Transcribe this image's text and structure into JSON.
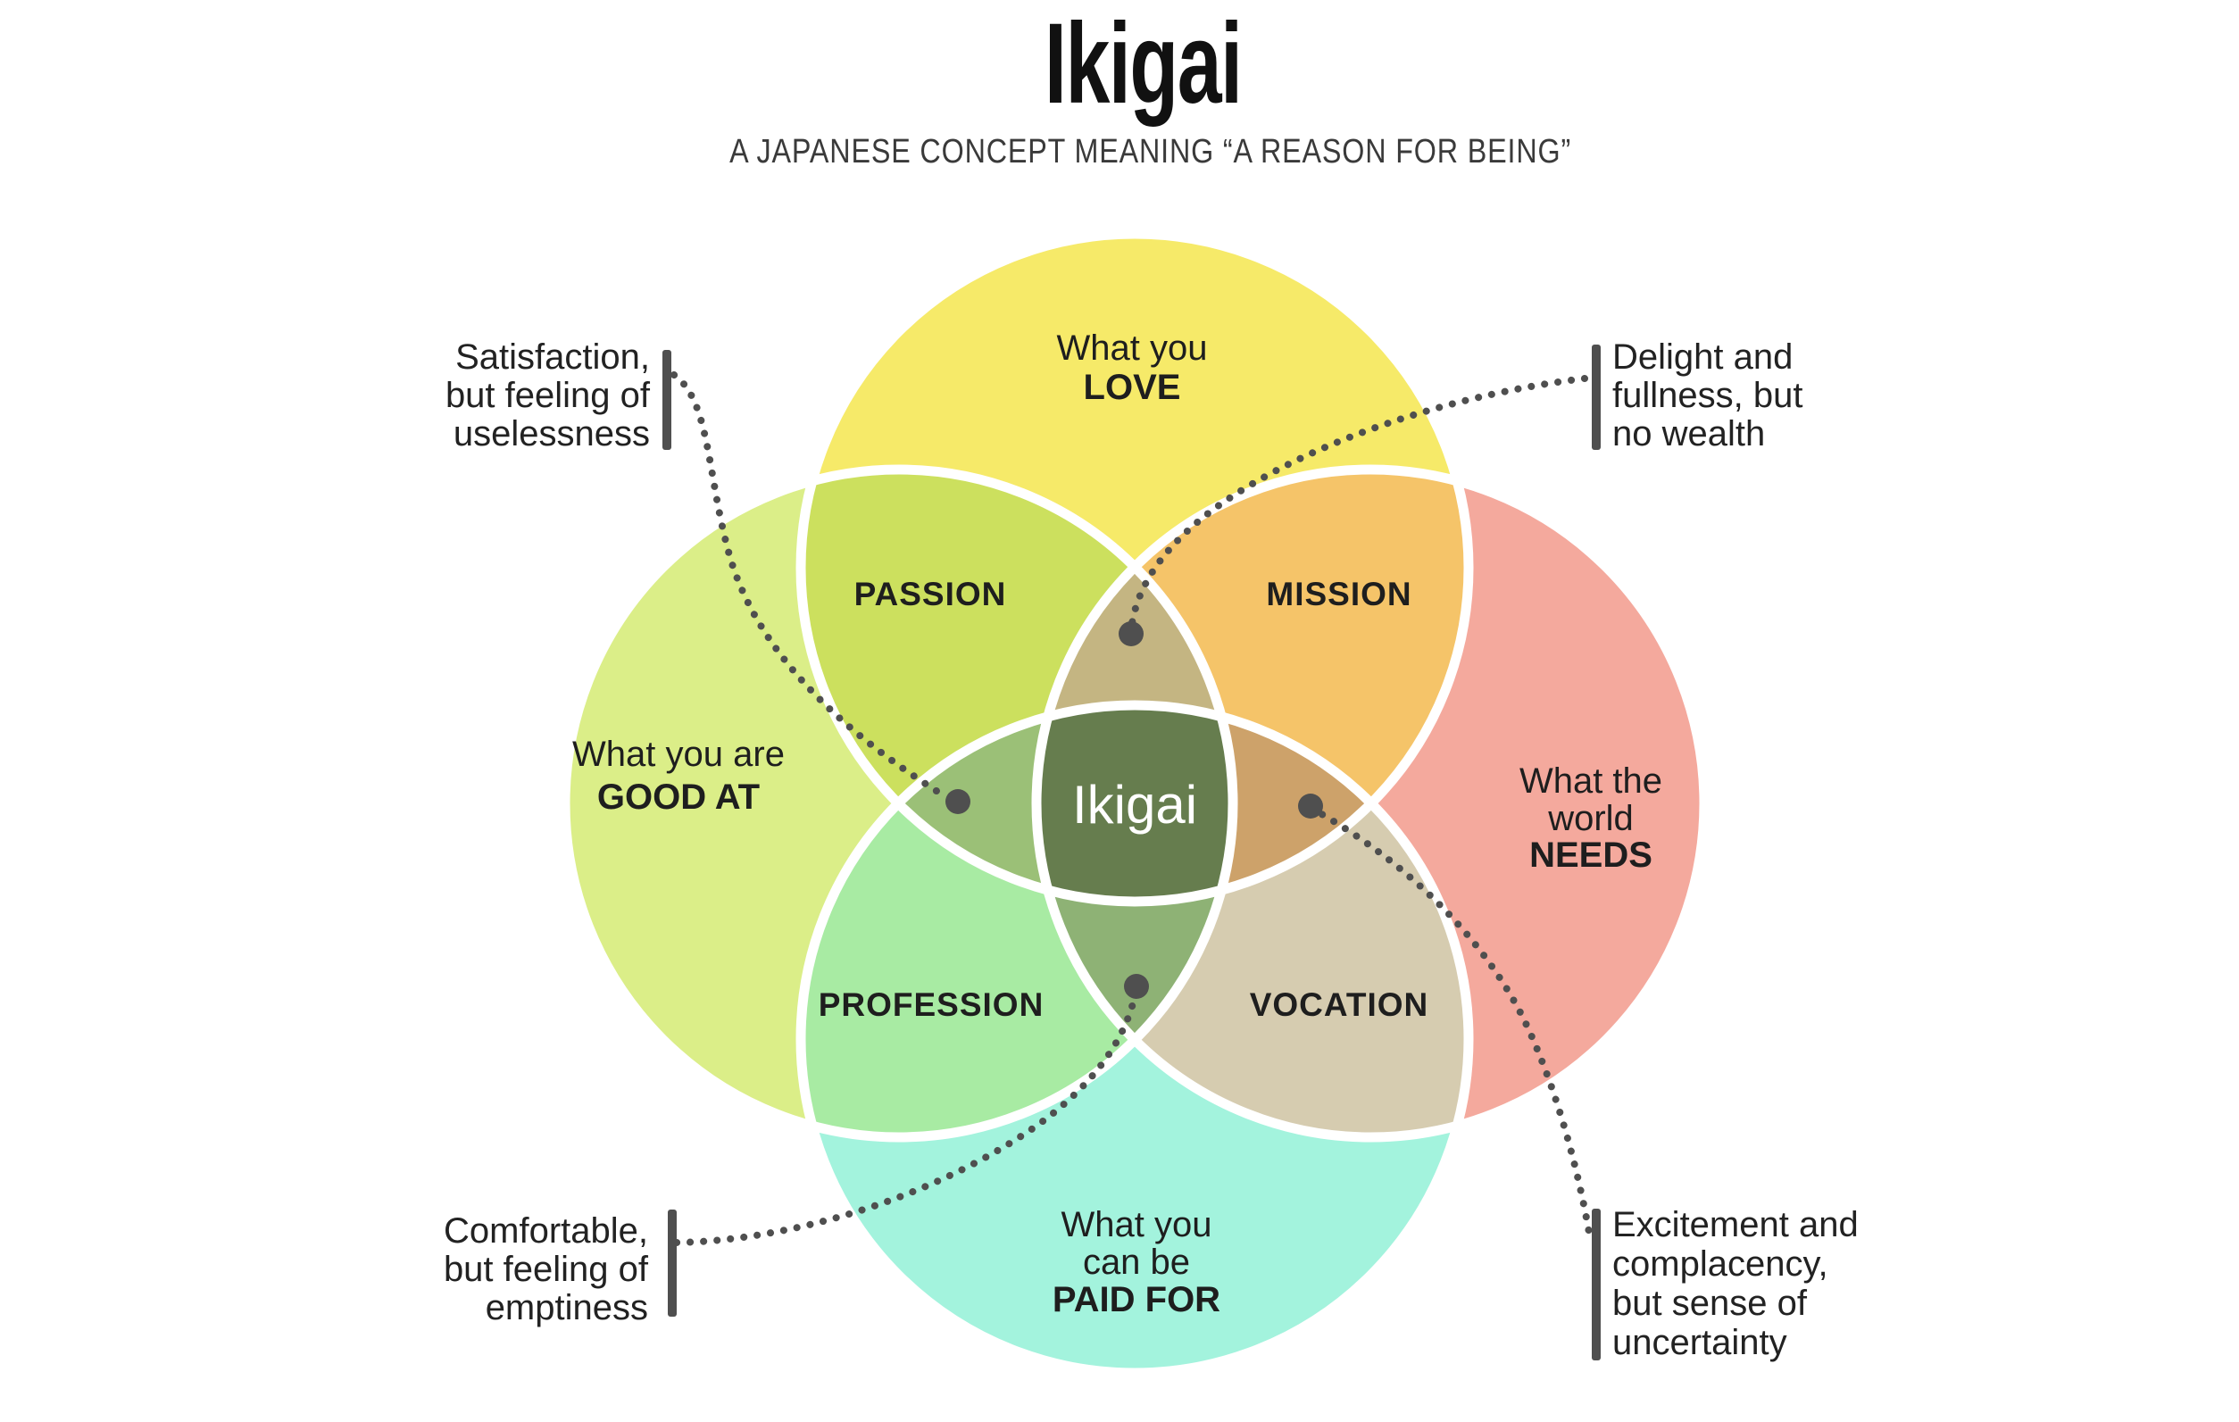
{
  "header": {
    "title": "Ikigai",
    "subtitle": "A JAPANESE CONCEPT MEANING “A REASON FOR BEING”"
  },
  "diagram": {
    "center_label": "Ikigai",
    "circle_labels": {
      "love": {
        "l1": "What you",
        "l2": "LOVE"
      },
      "good_at": {
        "l1": "What you are",
        "l2": "GOOD AT"
      },
      "needs": {
        "l1": "What the",
        "l2": "world",
        "l3": "NEEDS"
      },
      "paid_for": {
        "l1": "What you",
        "l2": "can be",
        "l3": "PAID FOR"
      }
    },
    "overlap_labels": {
      "passion": "PASSION",
      "mission": "MISSION",
      "profession": "PROFESSION",
      "vocation": "VOCATION"
    },
    "annotations": {
      "top_left": {
        "l1": "Satisfaction,",
        "l2": "but feeling of",
        "l3": "uselessness"
      },
      "top_right": {
        "l1": "Delight and",
        "l2": "fullness, but",
        "l3": "no wealth"
      },
      "bottom_left": {
        "l1": "Comfortable,",
        "l2": "but feeling of",
        "l3": "emptiness"
      },
      "bottom_right": {
        "l1": "Excitement and",
        "l2": "complacency,",
        "l3": "but sense of",
        "l4": "uncertainty"
      }
    },
    "colors": {
      "love": "#F6EA69",
      "good_at": "#DBEE88",
      "needs": "#F4A99D",
      "paid_for": "#A3F3DD",
      "passion": "#CCE05E",
      "mission": "#F5C469",
      "profession": "#A8EBA3",
      "vocation": "#D6CCB0",
      "petal_top": "#C4B582",
      "petal_left": "#9BC077",
      "petal_right": "#CDA26A",
      "petal_bottom": "#8EB275",
      "center": "#667D4E",
      "outline": "#FFFFFF",
      "connector": "#4F4F4F",
      "text": "#1E1E1E",
      "subtitle_text": "#3A3A3A",
      "center_text": "#FFFFFF",
      "background": "#FFFFFF"
    }
  }
}
